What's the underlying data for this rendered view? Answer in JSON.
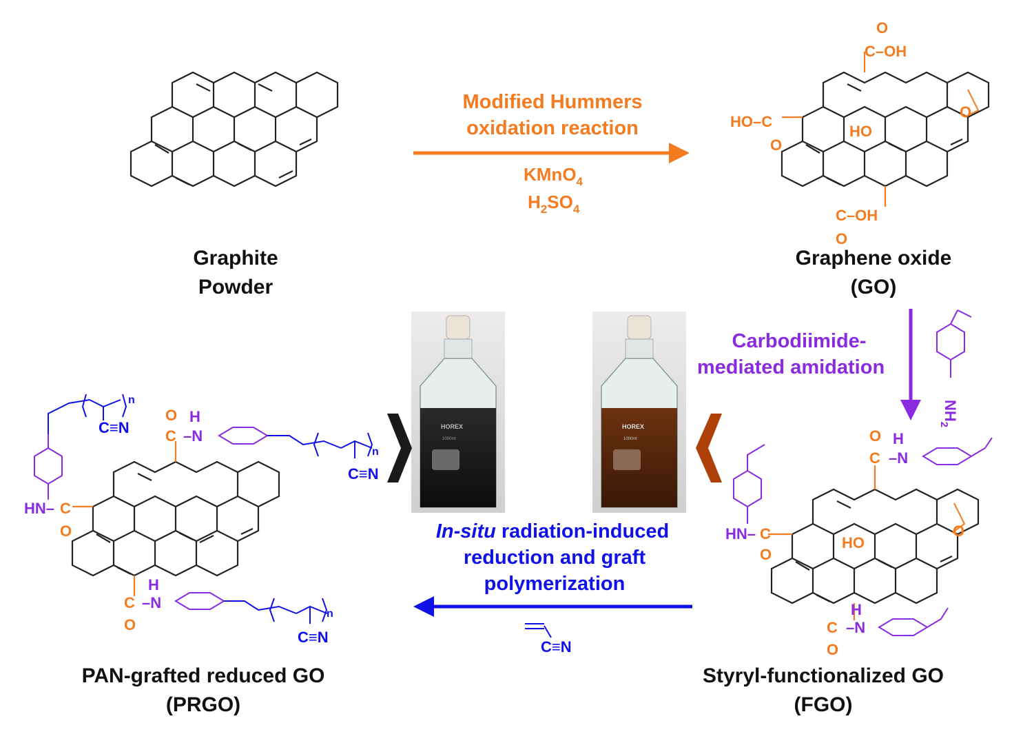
{
  "colors": {
    "oxidation": "#f47b20",
    "amidation": "#8a2be2",
    "grafting": "#1010e8",
    "text": "#111111",
    "bond": "#222222",
    "dark_dispersion": "#1b1b1b",
    "brown_dispersion": "#5a2a0e"
  },
  "compounds": {
    "graphite": {
      "line1": "Graphite",
      "line2": "Powder"
    },
    "go": {
      "line1": "Graphene oxide",
      "line2": "(GO)"
    },
    "fgo": {
      "line1": "Styryl-functionalized  GO",
      "line2": "(FGO)"
    },
    "prgo": {
      "line1": "PAN-grafted  reduced GO",
      "line2": "(PRGO)"
    }
  },
  "steps": {
    "oxidation": {
      "line1": "Modified Hummers",
      "line2": "oxidation reaction",
      "reagent1": "KMnO",
      "reagent1_sub": "4",
      "reagent2_a": "H",
      "reagent2_sub1": "2",
      "reagent2_b": "SO",
      "reagent2_sub2": "4"
    },
    "amidation": {
      "line1": "Carbodiimide-",
      "line2": "mediated amidation",
      "reagent": "NH",
      "reagent_sub": "2"
    },
    "grafting": {
      "line1_italic": "In-situ",
      "line1_rest": " radiation-induced",
      "line2": "reduction and graft",
      "line3": "polymerization",
      "monomer": "C≡N"
    }
  },
  "groups": {
    "cooh": "C–OH",
    "ho_c": "HO–C",
    "carbonyl_o": "O",
    "ho": "HO",
    "epoxy_o": "O",
    "amide": "C–N",
    "amide_h": "H",
    "hn_c": "HN–C",
    "nitrile": "C≡N",
    "repeat_n": "n"
  },
  "photos": {
    "brand": "HOREX",
    "volume": "1000ml"
  }
}
